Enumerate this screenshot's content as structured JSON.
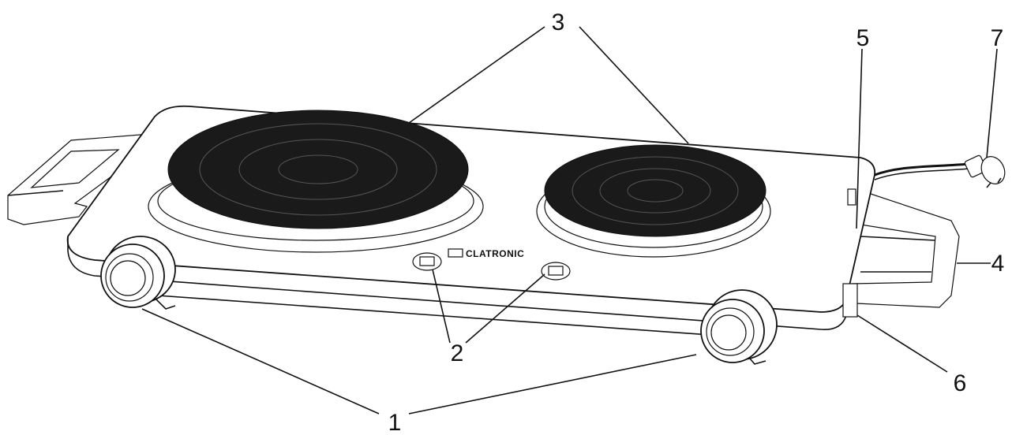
{
  "callouts": {
    "knobs": "1",
    "lamps": "2",
    "plates": "3",
    "handle": "4",
    "part5": "5",
    "part6": "6",
    "plug": "7"
  },
  "brand": "CLATRONIC",
  "colors": {
    "line": "#111111",
    "plate": "#1a1a1a",
    "background": "#ffffff"
  }
}
